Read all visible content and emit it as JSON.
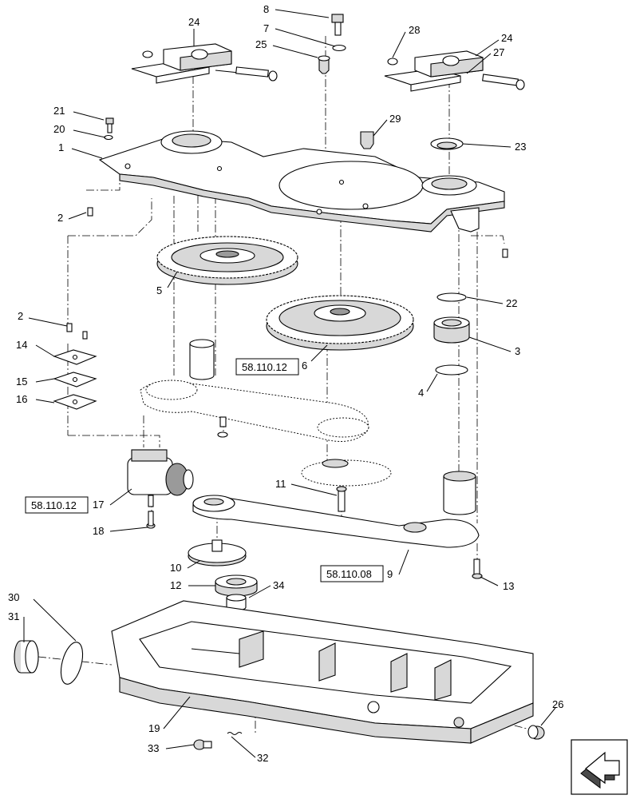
{
  "callouts": [
    {
      "id": "c8",
      "label": "8"
    },
    {
      "id": "c7",
      "label": "7"
    },
    {
      "id": "c25",
      "label": "25"
    },
    {
      "id": "c24a",
      "label": "24"
    },
    {
      "id": "c28",
      "label": "28"
    },
    {
      "id": "c24b",
      "label": "24"
    },
    {
      "id": "c27",
      "label": "27"
    },
    {
      "id": "c21",
      "label": "21"
    },
    {
      "id": "c20",
      "label": "20"
    },
    {
      "id": "c1",
      "label": "1"
    },
    {
      "id": "c29",
      "label": "29"
    },
    {
      "id": "c23",
      "label": "23"
    },
    {
      "id": "c2a",
      "label": "2"
    },
    {
      "id": "c5",
      "label": "5"
    },
    {
      "id": "c22",
      "label": "22"
    },
    {
      "id": "c2b",
      "label": "2"
    },
    {
      "id": "c3",
      "label": "3"
    },
    {
      "id": "c14",
      "label": "14"
    },
    {
      "id": "c6",
      "label": "6"
    },
    {
      "id": "c15",
      "label": "15"
    },
    {
      "id": "c4",
      "label": "4"
    },
    {
      "id": "c16",
      "label": "16"
    },
    {
      "id": "c11",
      "label": "11"
    },
    {
      "id": "c17",
      "label": "17"
    },
    {
      "id": "c18",
      "label": "18"
    },
    {
      "id": "c10",
      "label": "10"
    },
    {
      "id": "c9",
      "label": "9"
    },
    {
      "id": "c12",
      "label": "12"
    },
    {
      "id": "c34",
      "label": "34"
    },
    {
      "id": "c13",
      "label": "13"
    },
    {
      "id": "c30",
      "label": "30"
    },
    {
      "id": "c31",
      "label": "31"
    },
    {
      "id": "c19",
      "label": "19"
    },
    {
      "id": "c26",
      "label": "26"
    },
    {
      "id": "c33",
      "label": "33"
    },
    {
      "id": "c32",
      "label": "32"
    }
  ],
  "references": [
    {
      "id": "r6",
      "label": "58.110.12"
    },
    {
      "id": "r17",
      "label": "58.110.12"
    },
    {
      "id": "r9",
      "label": "58.110.08"
    }
  ],
  "nav_icon": "next-page-arrow-icon"
}
